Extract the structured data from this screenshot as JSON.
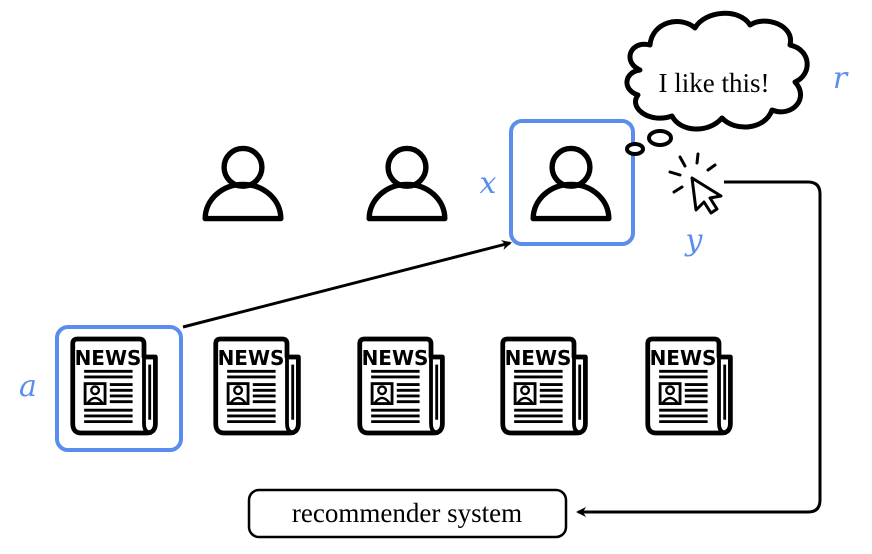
{
  "colors": {
    "accent": "#5b8def",
    "ink": "#000000"
  },
  "labels": {
    "user": "x",
    "article": "a",
    "action": "y",
    "reward": "r"
  },
  "thought": "I like this!",
  "system_label": "recommender system",
  "news_text": "NEWS",
  "icons": {
    "user": "user-icon",
    "news": "newspaper-icon",
    "cursor": "cursor-click-icon",
    "cloud": "thought-cloud-icon"
  }
}
